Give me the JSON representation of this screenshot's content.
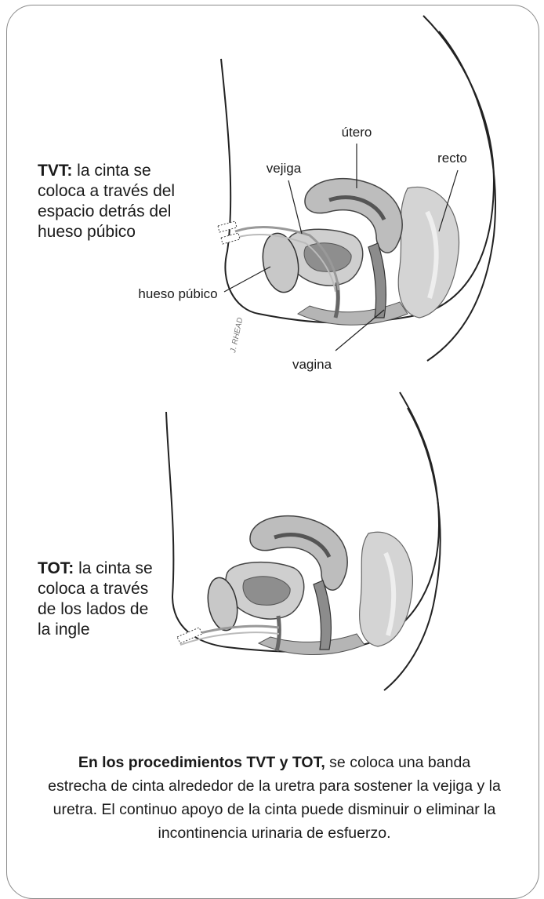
{
  "tvt": {
    "lead": "TVT:",
    "text": " la cinta se coloca a través del espacio detrás del hueso púbico"
  },
  "tot": {
    "lead": "TOT:",
    "text": " la cinta se coloca a través de los lados de la ingle"
  },
  "labels": {
    "utero": "útero",
    "vejiga": "vejiga",
    "recto": "recto",
    "hueso_pubico": "hueso púbico",
    "vagina": "vagina"
  },
  "signature": "J. RHEAD",
  "caption": {
    "lead": "En los procedimientos TVT y TOT,",
    "text": " se coloca una banda estrecha de cinta alrededor de la uretra para sostener la vejiga y la uretra. El continuo apoyo de la cinta puede disminuir o eliminar la incontinencia urinaria de esfuerzo."
  }
}
